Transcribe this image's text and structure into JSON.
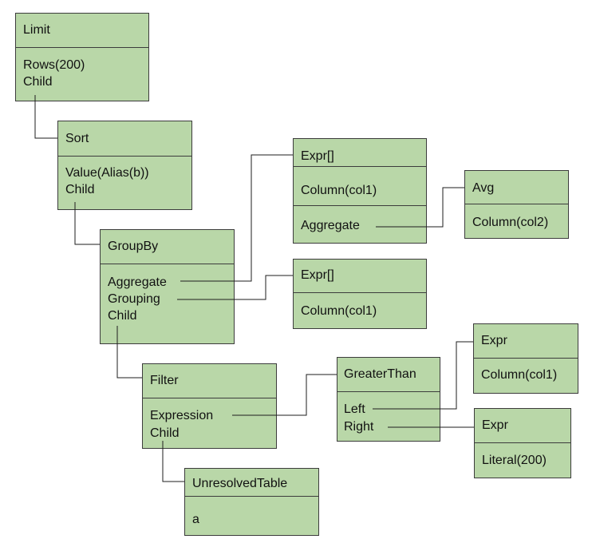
{
  "diagram": {
    "colors": {
      "node_fill": "#b9d7a8",
      "node_border": "#3c3c3c",
      "connector": "#1e1e1e"
    },
    "nodes": {
      "limit": {
        "title": "Limit",
        "fields": [
          "Rows(200)",
          "Child"
        ]
      },
      "sort": {
        "title": "Sort",
        "fields": [
          "Value(Alias(b))",
          "Child"
        ]
      },
      "groupby": {
        "title": "GroupBy",
        "fields": [
          "Aggregate",
          "Grouping",
          "Child"
        ]
      },
      "filter": {
        "title": "Filter",
        "fields": [
          "Expression",
          "Child"
        ]
      },
      "unresolved_table": {
        "title": "UnresolvedTable",
        "fields": [
          "a"
        ]
      },
      "expr_aggregate": {
        "title": "Expr[]",
        "rows": [
          "Column(col1)",
          "Aggregate"
        ]
      },
      "avg": {
        "title": "Avg",
        "fields": [
          "Column(col2)"
        ]
      },
      "expr_grouping": {
        "title": "Expr[]",
        "fields": [
          "Column(col1)"
        ]
      },
      "greater_than": {
        "title": "GreaterThan",
        "fields": [
          "Left",
          "Right"
        ]
      },
      "expr_left": {
        "title": "Expr",
        "fields": [
          "Column(col1)"
        ]
      },
      "expr_right": {
        "title": "Expr",
        "fields": [
          "Literal(200)"
        ]
      }
    }
  }
}
